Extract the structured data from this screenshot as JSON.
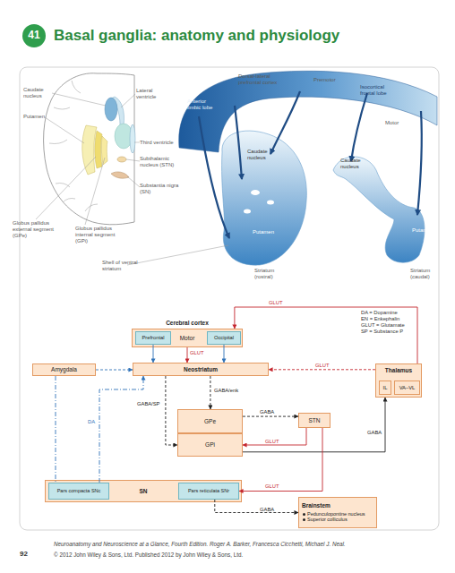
{
  "diagram": {
    "title": "Basal ganglia: anatomy and physiology",
    "nodes": [
      {
        "text": [
          "Cerebral cortex",
          "Motor"
        ]
      },
      {
        "text": [
          "Prefrontal"
        ],
        "in": 0
      },
      {
        "text": [
          "Occipital"
        ],
        "in": 0
      },
      {
        "text": [
          "Amygdala"
        ]
      },
      {
        "text": [
          "Neostriatum"
        ]
      },
      {
        "text": [
          "Thalamus"
        ]
      },
      {
        "text": [
          "IL"
        ],
        "in": 5
      },
      {
        "text": [
          "VA–VL"
        ],
        "in": 5
      },
      {
        "text": [
          "GPe"
        ]
      },
      {
        "text": [
          "GPi"
        ]
      },
      {
        "text": [
          "STN"
        ]
      },
      {
        "text": [
          "SN"
        ]
      },
      {
        "text": [
          "Pars compacta SNc"
        ],
        "in": 11
      },
      {
        "text": [
          "Pars reticulata SNr"
        ],
        "in": 11
      },
      {
        "text": [
          "Brainstem",
          "Pedunculopontine nucleus",
          "Superior colliculus"
        ]
      }
    ],
    "edges": [
      {
        "from": 0,
        "to": 4,
        "arrow": "to",
        "label": "GLUT"
      },
      {
        "from": 1,
        "to": 4,
        "arrow": "to"
      },
      {
        "from": 2,
        "to": 4,
        "arrow": "to"
      },
      {
        "from": 5,
        "to": 0,
        "arrow": "to",
        "label": "GLUT"
      },
      {
        "from": 3,
        "to": 4,
        "arrow": "to"
      },
      {
        "from": 5,
        "to": 4,
        "arrow": "to",
        "label": "GLUT"
      },
      {
        "from": 4,
        "to": 8,
        "arrow": "to",
        "label": "GABA/enk"
      },
      {
        "from": 4,
        "to": 9,
        "arrow": "to",
        "label": "GABA/SP"
      },
      {
        "from": 12,
        "to": 4,
        "arrow": "to",
        "label": "DA"
      },
      {
        "from": 3,
        "to": 12,
        "arrow": "none"
      },
      {
        "from": 8,
        "to": 10,
        "arrow": "to",
        "label": "GABA"
      },
      {
        "from": 10,
        "to": 9,
        "arrow": "to",
        "label": "GLUT"
      },
      {
        "from": 9,
        "to": 5,
        "arrow": "to",
        "label": "GABA"
      },
      {
        "from": 10,
        "to": 13,
        "arrow": "to",
        "label": "GLUT"
      },
      {
        "from": 13,
        "to": 14,
        "arrow": "to",
        "label": "GABA"
      }
    ],
    "labels": [
      "41",
      "Caudate nucleus",
      "Lateral ventricle",
      "Putamen",
      "Third ventricle",
      "Subthalamic nucleus (STN)",
      "Substantia nigra (SN)",
      "Globus pallidus external segment (GPe)",
      "Globus pallidus internal segment (GPi)",
      "Dorsal-lateral prefrontal cortex",
      "Premotor",
      "Anterior limbic lobe",
      "Isocortical frontal lobe",
      "Motor",
      "Caudate nucleus",
      "Caudate nucleus",
      "Putamen",
      "Putamen",
      "Shell of ventral striatum",
      "Striatum (rostral)",
      "Striatum (caudal)",
      "DA = Dopamine",
      "EN = Enkephalin",
      "GLUT = Glutamate",
      "SP = Substance P",
      "Neuroanatomy and Neuroscience at a Glance, Fourth Edition. Roger A. Barker, Francesca Cicchetti, Michael J. Neal.",
      "92",
      "© 2012 John Wiley & Sons, Ltd. Published 2012 by John Wiley & Sons, Ltd."
    ]
  }
}
